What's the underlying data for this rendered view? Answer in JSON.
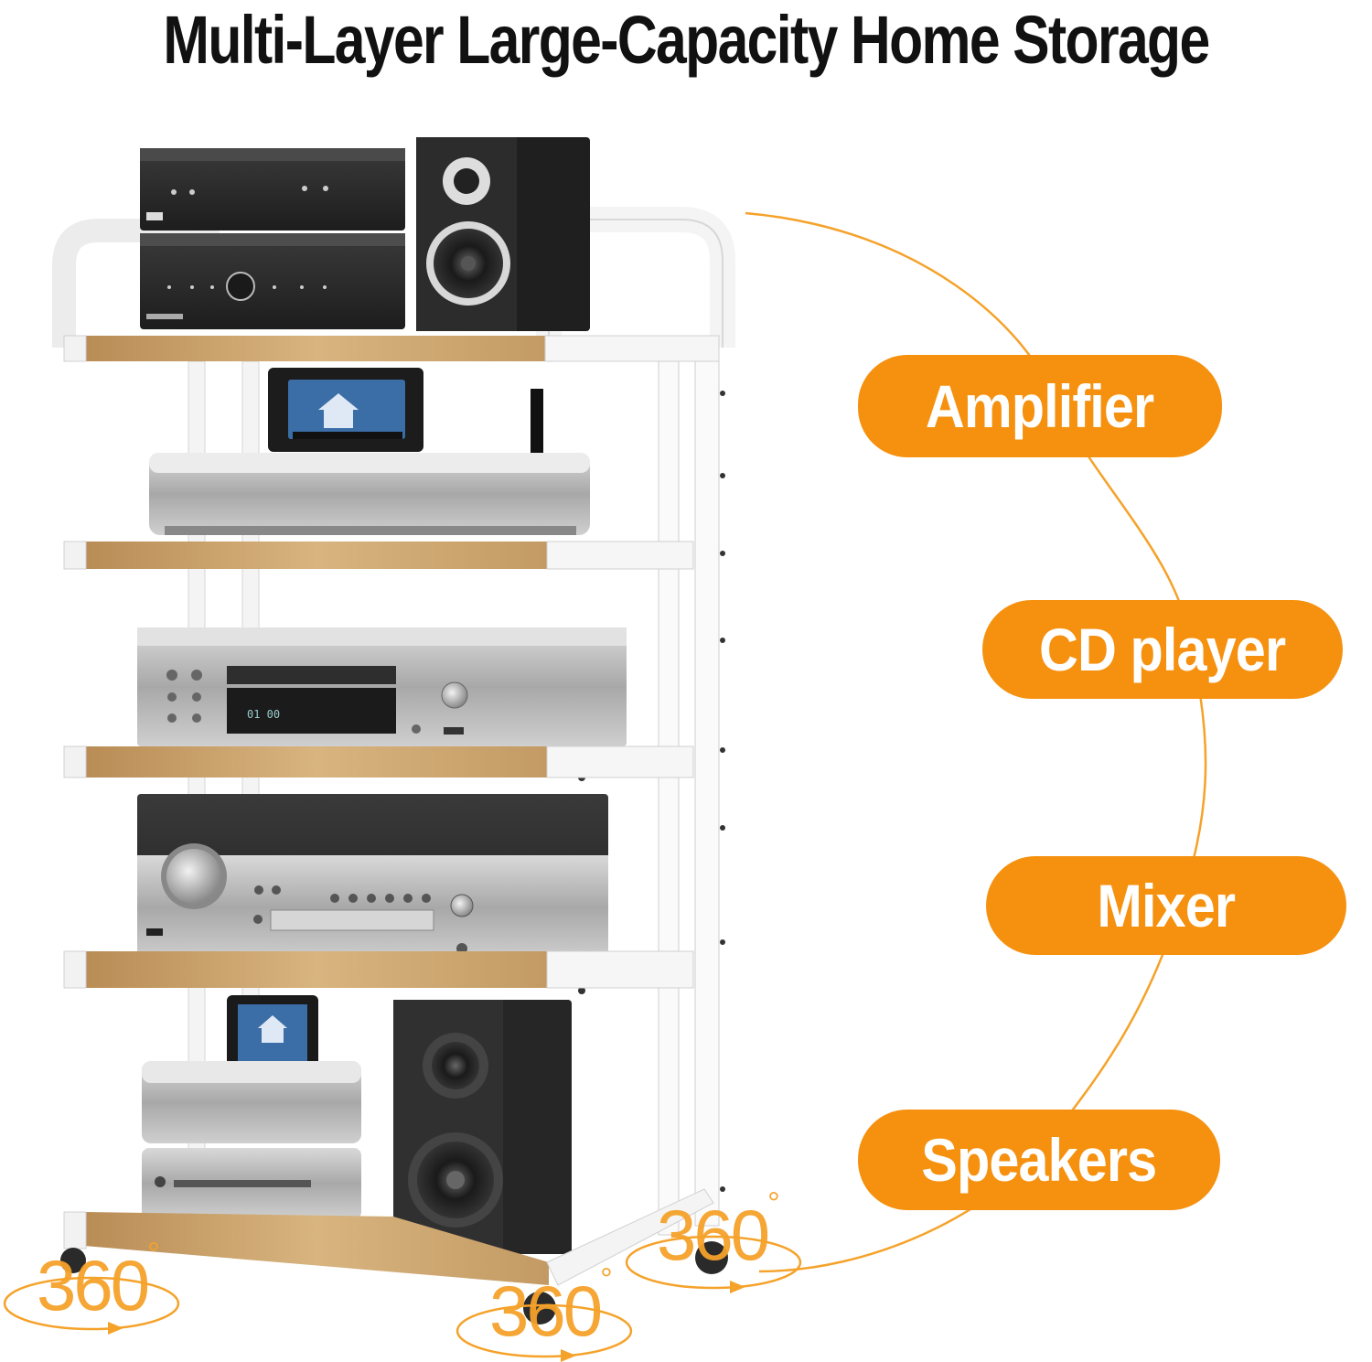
{
  "headline": "Multi-Layer Large-Capacity Home Storage",
  "labels": {
    "amplifier": "Amplifier",
    "cd_player": "CD player",
    "mixer": "Mixer",
    "speakers": "Speakers"
  },
  "rotation": {
    "value": "360",
    "unit": "°"
  },
  "colors": {
    "accent": "#f5910f",
    "wood": "#c9a06a",
    "frame": "#ffffff",
    "equipment_dark": "#2b2b2b",
    "equipment_silver": "#b9b9b9"
  }
}
